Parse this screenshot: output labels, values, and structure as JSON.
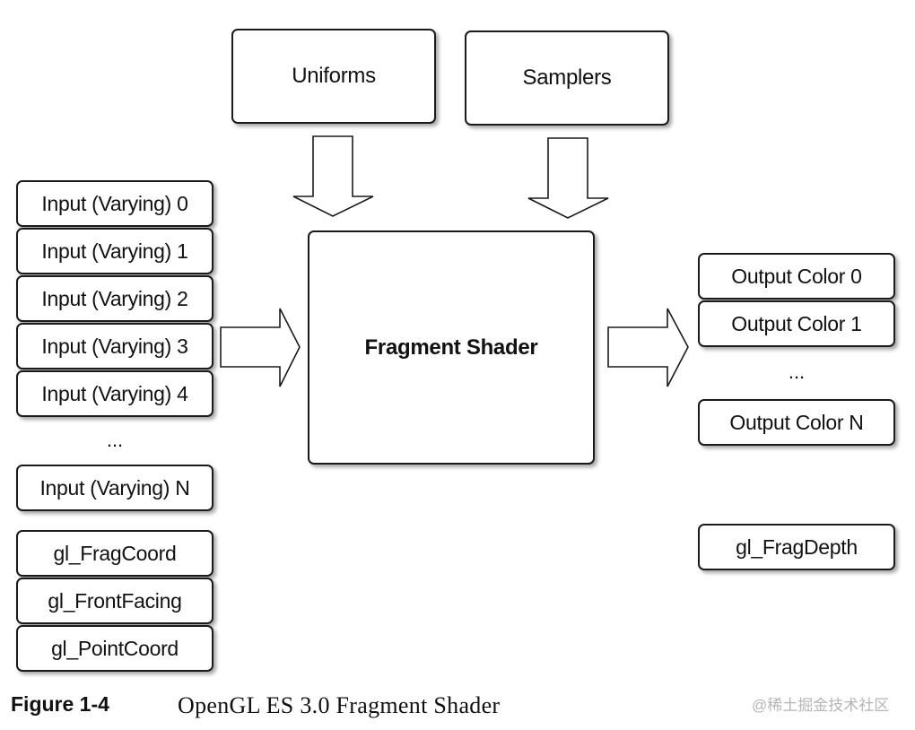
{
  "top_inputs": {
    "uniforms": "Uniforms",
    "samplers": "Samplers"
  },
  "varying_inputs": [
    "Input (Varying) 0",
    "Input (Varying) 1",
    "Input (Varying) 2",
    "Input (Varying) 3",
    "Input (Varying) 4"
  ],
  "varying_ellipsis": "...",
  "varying_last": "Input (Varying) N",
  "builtin_inputs": [
    "gl_FragCoord",
    "gl_FrontFacing",
    "gl_PointCoord"
  ],
  "shader": {
    "label": "Fragment Shader"
  },
  "outputs": [
    "Output Color 0",
    "Output Color 1"
  ],
  "outputs_ellipsis": "...",
  "output_last": "Output Color N",
  "depth_output": "gl_FragDepth",
  "caption": {
    "label": "Figure 1-4",
    "title": "OpenGL ES 3.0 Fragment Shader"
  },
  "watermark": "@稀土掘金技术社区"
}
